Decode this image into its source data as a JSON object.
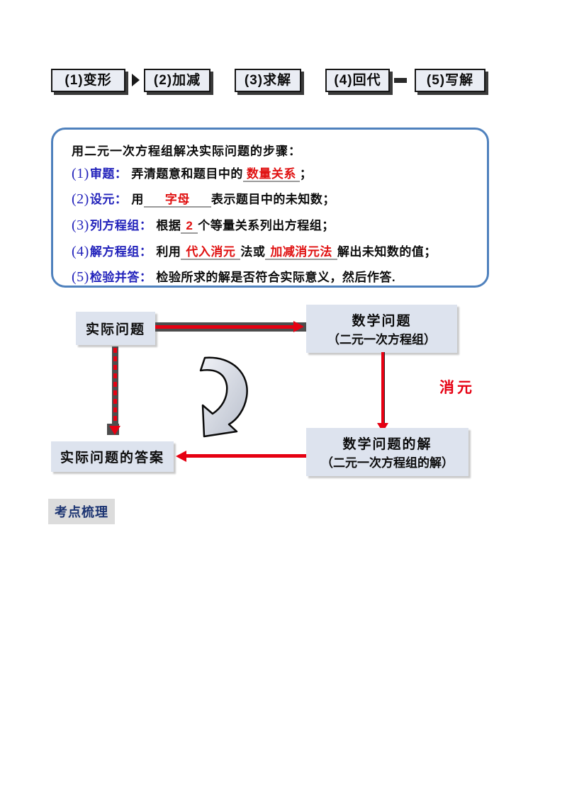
{
  "colors": {
    "accent_blue": "#2222bb",
    "accent_red": "#e01111",
    "panel_border_blue": "#4f81bd",
    "flow_box_fill": "#dde3ee",
    "step_box_fill": "#eaedf4",
    "arrow_red": "#e60012",
    "arrow_band_gray": "#4d4d4d",
    "heading_navy": "#1c3472",
    "heading_bg": "#dcdcdc"
  },
  "top_steps": {
    "items": [
      {
        "label": "(1)变形"
      },
      {
        "label": "(2)加减"
      },
      {
        "label": "(3)求解"
      },
      {
        "label": "(4)回代"
      },
      {
        "label": "(5)写解"
      }
    ]
  },
  "panel": {
    "title": "用二元一次方程组解决实际问题的步骤：",
    "lines": [
      {
        "num": "(1)",
        "label": "审题",
        "colon": "：",
        "seg1": "弄清题意和题目中的",
        "fill1": "数量关系",
        "seg2": "；"
      },
      {
        "num": "(2)",
        "label": "设元",
        "colon": "：",
        "seg1": "用",
        "fill1": "字母",
        "seg2": "表示题目中的未知数；"
      },
      {
        "num": "(3)",
        "label": "列方程组",
        "colon": "：",
        "seg1": "根据",
        "fill1": "2",
        "seg2": "个等量关系列出方程组；"
      },
      {
        "num": "(4)",
        "label": "解方程组",
        "colon": "：",
        "seg1": "利用",
        "fill1": "代入消元",
        "seg2": "法或",
        "fill2": "加减消元法",
        "seg3": "解出未知数的值；"
      },
      {
        "num": "(5)",
        "label": "检验并答",
        "colon": "：",
        "seg1": "检验所求的解是否符合实际意义，然后作答."
      }
    ]
  },
  "flow": {
    "practical_problem": "实际问题",
    "math_problem_line1": "数学问题",
    "math_problem_line2": "（二元一次方程组）",
    "practical_answer": "实际问题的答案",
    "math_solution_line1": "数学问题的解",
    "math_solution_line2": "（二元一次方程组的解）",
    "right_arrow_label": "消元"
  },
  "icons": {
    "step_connector": "right-arrow",
    "transform_arrow": "curved-down-left-arrow"
  },
  "footer": {
    "heading": "考点梳理"
  }
}
